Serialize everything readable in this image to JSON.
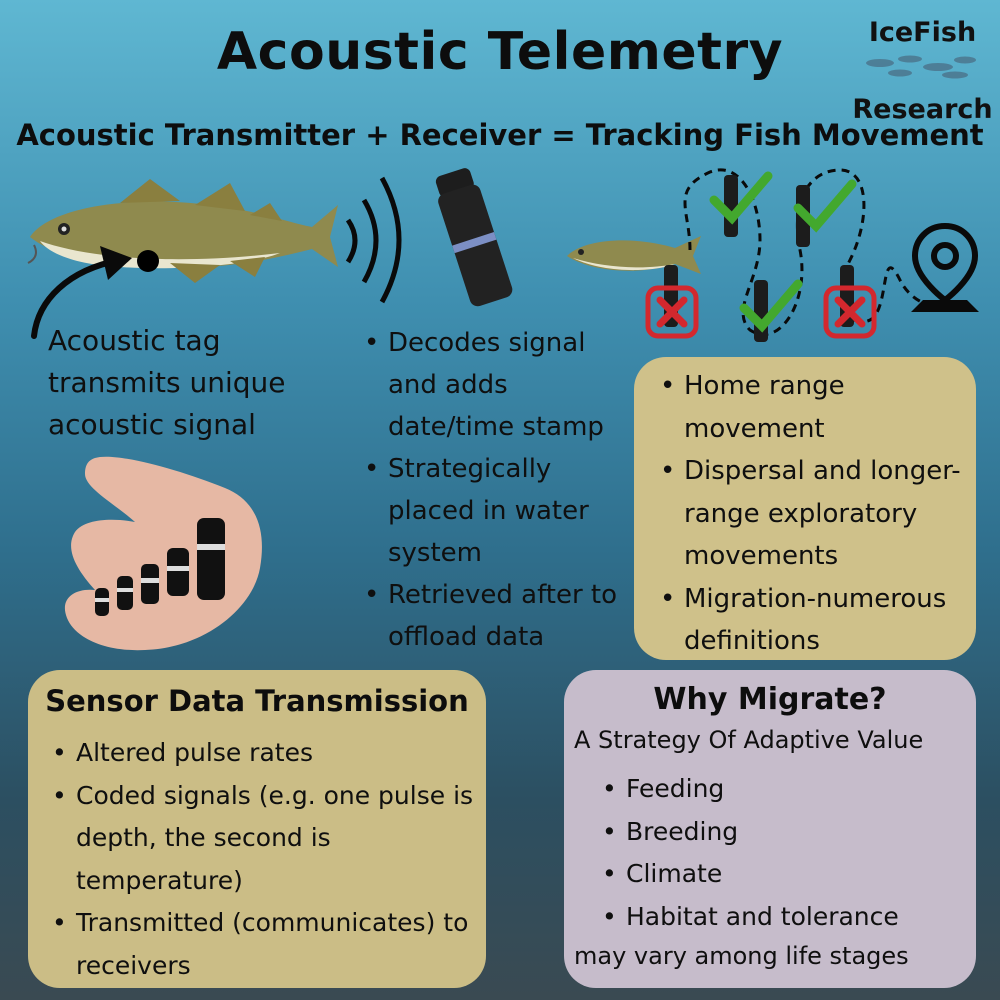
{
  "title": "Acoustic Telemetry",
  "logo": {
    "line1": "IceFish",
    "line2": "Research"
  },
  "subtitle": "Acoustic Transmitter + Receiver = Tracking Fish Movement",
  "tag_caption": "Acoustic tag transmits unique acoustic signal",
  "receiver": {
    "items": [
      " Decodes signal and adds date/time stamp",
      " Strategically placed in water system",
      "Retrieved after to offload data"
    ]
  },
  "movement": {
    "items": [
      "Home range movement",
      "Dispersal and longer-range exploratory movements",
      "Migration-numerous definitions"
    ]
  },
  "sensor": {
    "heading": "Sensor Data Transmission",
    "items": [
      "Altered pulse rates",
      "Coded signals (e.g. one pulse is depth, the second is temperature)",
      "Transmitted (communicates) to receivers"
    ]
  },
  "why": {
    "heading": "Why Migrate?",
    "subheading": "A Strategy Of Adaptive Value",
    "items": [
      "Feeding",
      "Breeding",
      "Climate",
      "Habitat and tolerance"
    ],
    "footer": "may vary among life stages"
  },
  "colors": {
    "movement_box": "#cfc18a",
    "sensor_box": "#cbbd86",
    "why_box": "#c6bccb",
    "check": "#43a82e",
    "cross": "#d3282e"
  },
  "icons": [
    "cod-fish-icon",
    "sound-wave-icon",
    "receiver-icon",
    "check-icon",
    "cross-icon",
    "location-pin-icon",
    "hand-with-tags-icon"
  ]
}
